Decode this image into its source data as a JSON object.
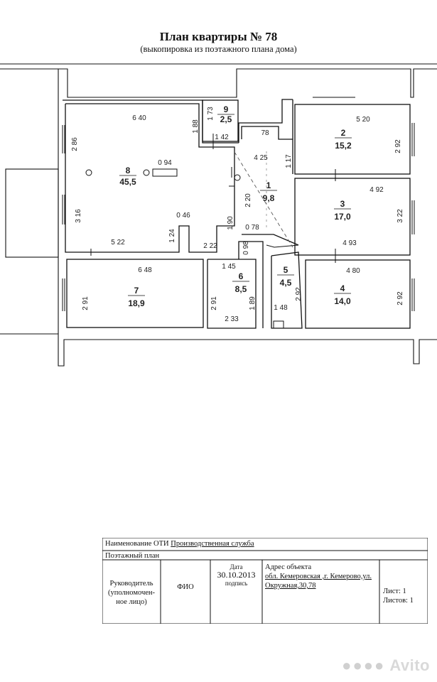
{
  "header": {
    "title": "План квартиры № 78",
    "subtitle": "(выкопировка из поэтажного плана дома)"
  },
  "rooms": [
    {
      "id": "8",
      "number": "8",
      "area": "45,5"
    },
    {
      "id": "9",
      "number": "9",
      "area": "2,5"
    },
    {
      "id": "1",
      "number": "1",
      "area": "9,8"
    },
    {
      "id": "2",
      "number": "2",
      "area": "15,2"
    },
    {
      "id": "3",
      "number": "3",
      "area": "17,0"
    },
    {
      "id": "4",
      "number": "4",
      "area": "14,0"
    },
    {
      "id": "5",
      "number": "5",
      "area": "4,5"
    },
    {
      "id": "6",
      "number": "6",
      "area": "8,5"
    },
    {
      "id": "7",
      "number": "7",
      "area": "18,9"
    }
  ],
  "dimensions": [
    "6 40",
    "2 86",
    "1 88",
    "1 73",
    "1 42",
    "78",
    "4 25",
    "1 17",
    "5 20",
    "2 92",
    "0 94",
    "3 16",
    "2 20",
    "4 92",
    "3 22",
    "0 46",
    "1 24",
    "1 90",
    "5 22",
    "2 22",
    "0 78",
    "0 98",
    "4 93",
    "6 48",
    "1 45",
    "4 80",
    "2 91",
    "2 91",
    "1 89",
    "2 92",
    "1 48",
    "2 92",
    "2 33"
  ],
  "stamp": {
    "oti_label": "Наименование ОТИ",
    "oti_value": "Производственная служба",
    "plan_type": "Поэтажный план",
    "head_label": "Руководитель (уполномочен- ное лицо)",
    "fio_label": "ФИО",
    "date_label": "Дата",
    "date_value": "30.10.2013",
    "signature_label": "подпись",
    "address_label": "Адрес объекта",
    "address_line1": "обл. Кемеровская ,г. Кемерово,ул.",
    "address_line2": "Окружная,30,78",
    "sheet": "Лист: 1",
    "sheets": "Листов: 1"
  },
  "watermark": {
    "text": "Avito"
  }
}
